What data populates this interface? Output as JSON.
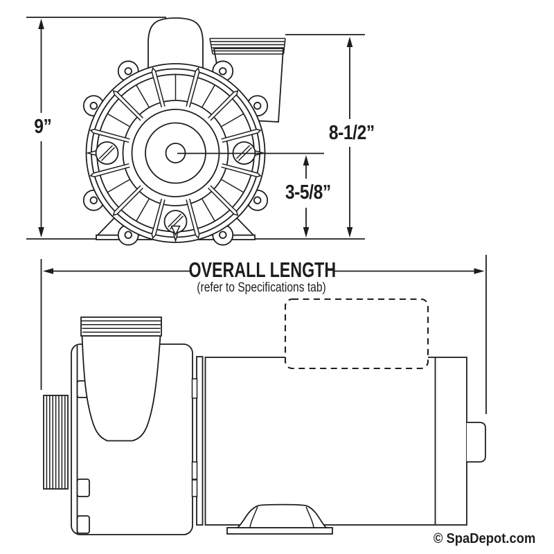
{
  "colors": {
    "ink": "#1d1d1d",
    "background": "#ffffff"
  },
  "front_view": {
    "dim_overall_height": "9”",
    "dim_discharge_height": "8-1/2”",
    "dim_center_height": "3-5/8”"
  },
  "side_view": {
    "dim_overall_length": "OVERALL LENGTH",
    "dim_overall_length_note": "(refer to Specifications tab)"
  },
  "footer": {
    "copyright": "© SpaDepot.com"
  }
}
